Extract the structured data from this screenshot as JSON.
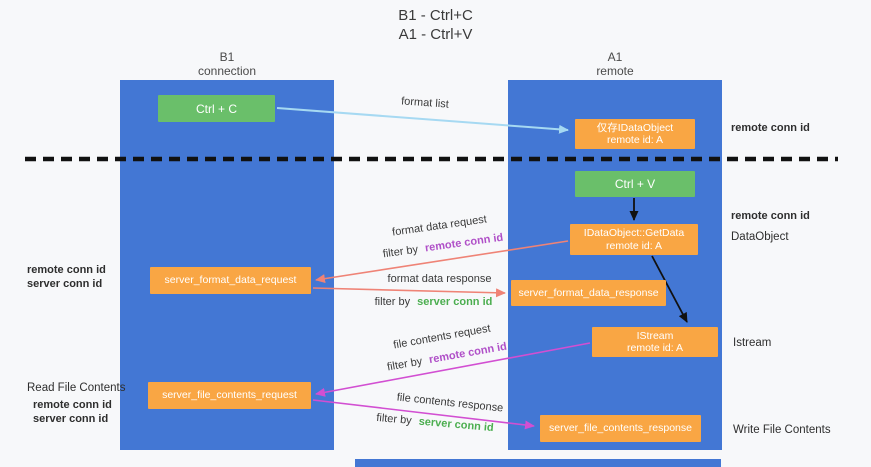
{
  "title": {
    "line1": "B1 - Ctrl+C",
    "line2": "A1 - Ctrl+V"
  },
  "lifelines": {
    "left": {
      "name": "B1",
      "role": "connection"
    },
    "right": {
      "name": "A1",
      "role": "remote"
    }
  },
  "boxes": {
    "ctrl_c": "Ctrl + C",
    "ctrl_v": "Ctrl + V",
    "idataobject": {
      "line1": "仅存IDataObject",
      "line2": "remote id: A"
    },
    "getdata": {
      "line1": "IDataObject::GetData",
      "line2": "remote id: A"
    },
    "istream": {
      "line1": "IStream",
      "line2": "remote id: A"
    },
    "format_request": "server_format_data_request",
    "format_response": "server_format_data_response",
    "file_request": "server_file_contents_request",
    "file_response": "server_file_contents_response"
  },
  "arrow_labels": {
    "format_list": "format list",
    "format_data_request": "format data request",
    "format_data_response": "format data response",
    "file_contents_request": "file contents request",
    "file_contents_response": "file contents response",
    "filter_by": "filter by"
  },
  "annotations": {
    "remote_conn_id": "remote conn id",
    "server_conn_id": "server conn id",
    "dataobject": "DataObject",
    "istream": "Istream",
    "read_file_contents": "Read File Contents",
    "write_file_contents": "Write File Contents"
  },
  "colors": {
    "lifeline_blue": "#4377d4",
    "box_orange": "#f9a644",
    "box_green": "#6abf6a",
    "arrow_blue": "#a6d9f2",
    "arrow_red": "#ef8376",
    "arrow_magenta": "#d24fd2",
    "arrow_black": "#111111",
    "text_remote_purple": "#b050c8",
    "text_server_green": "#4cae50"
  }
}
